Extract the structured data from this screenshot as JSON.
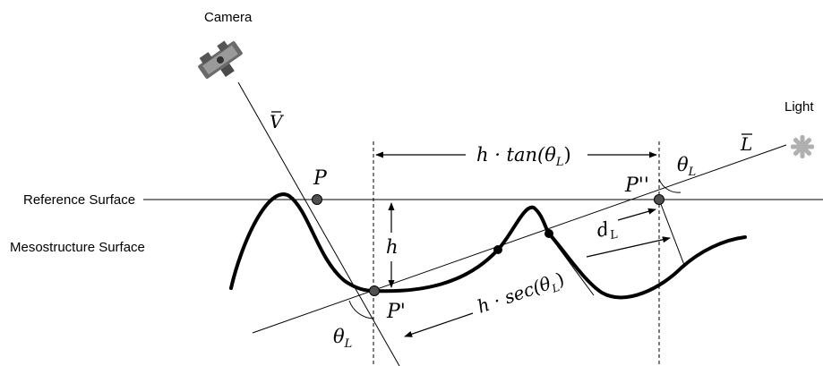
{
  "labels": {
    "camera": "Camera",
    "light": "Light",
    "reference_surface": "Reference Surface",
    "mesostructure_surface": "Mesostructure Surface",
    "V": "V",
    "L": "L",
    "P": "P",
    "P_prime": "P'",
    "P_double_prime": "P''",
    "h": "h",
    "theta": "θ",
    "L_sub": "L",
    "d": "d",
    "h_tan": "h · tan(",
    "h_sec": "h · sec(",
    "close_paren": ")"
  },
  "icons": {
    "camera": "camera-icon",
    "light": "light-source-icon"
  },
  "colors": {
    "line": "#000000",
    "point": "#505050",
    "light_icon": "#b0b0b0"
  }
}
